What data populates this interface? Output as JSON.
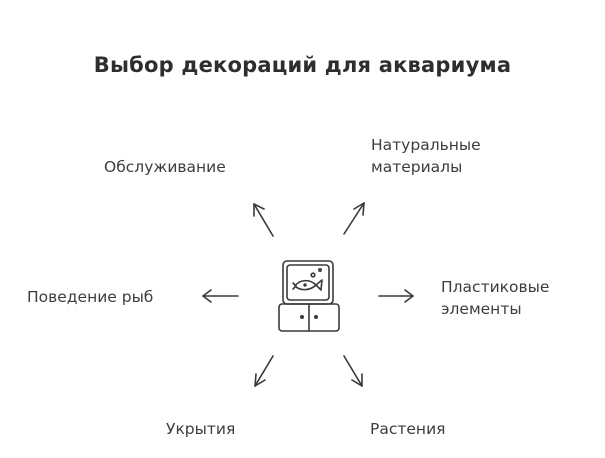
{
  "title": "Выбор декораций для аквариума",
  "center_icon": "aquarium-icon",
  "branches": [
    {
      "id": "service",
      "lines": [
        "Обслуживание"
      ]
    },
    {
      "id": "natural",
      "lines": [
        "Натуральные",
        "материалы"
      ]
    },
    {
      "id": "behavior",
      "lines": [
        "Поведение рыб"
      ]
    },
    {
      "id": "plastic",
      "lines": [
        "Пластиковые",
        "элементы"
      ]
    },
    {
      "id": "shelter",
      "lines": [
        "Укрытия"
      ]
    },
    {
      "id": "plants",
      "lines": [
        "Растения"
      ]
    }
  ],
  "colors": {
    "stroke": "#3a3a3a",
    "text": "#3d3d3d",
    "background": "#ffffff"
  }
}
